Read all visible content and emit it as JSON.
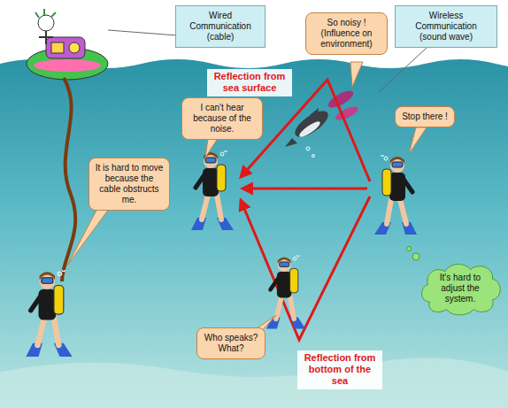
{
  "diagram": {
    "nodes": [
      {
        "text": [
          "Wired Communication (cable)"
        ]
      },
      {
        "text": [
          "So noisy ! (Influence on environment)"
        ]
      },
      {
        "text": [
          "Wireless Communication (sound wave)"
        ]
      },
      {
        "text": [
          "Reflection from sea surface"
        ]
      },
      {
        "text": [
          "I can't hear because of the noise."
        ]
      },
      {
        "text": [
          "Stop there !"
        ]
      },
      {
        "text": [
          "It is hard to move because the cable obstructs me."
        ]
      },
      {
        "text": [
          "It's hard to adjust the system."
        ]
      },
      {
        "text": [
          "Who speaks? What?"
        ]
      },
      {
        "text": [
          "Reflection from bottom of the sea"
        ]
      }
    ]
  }
}
